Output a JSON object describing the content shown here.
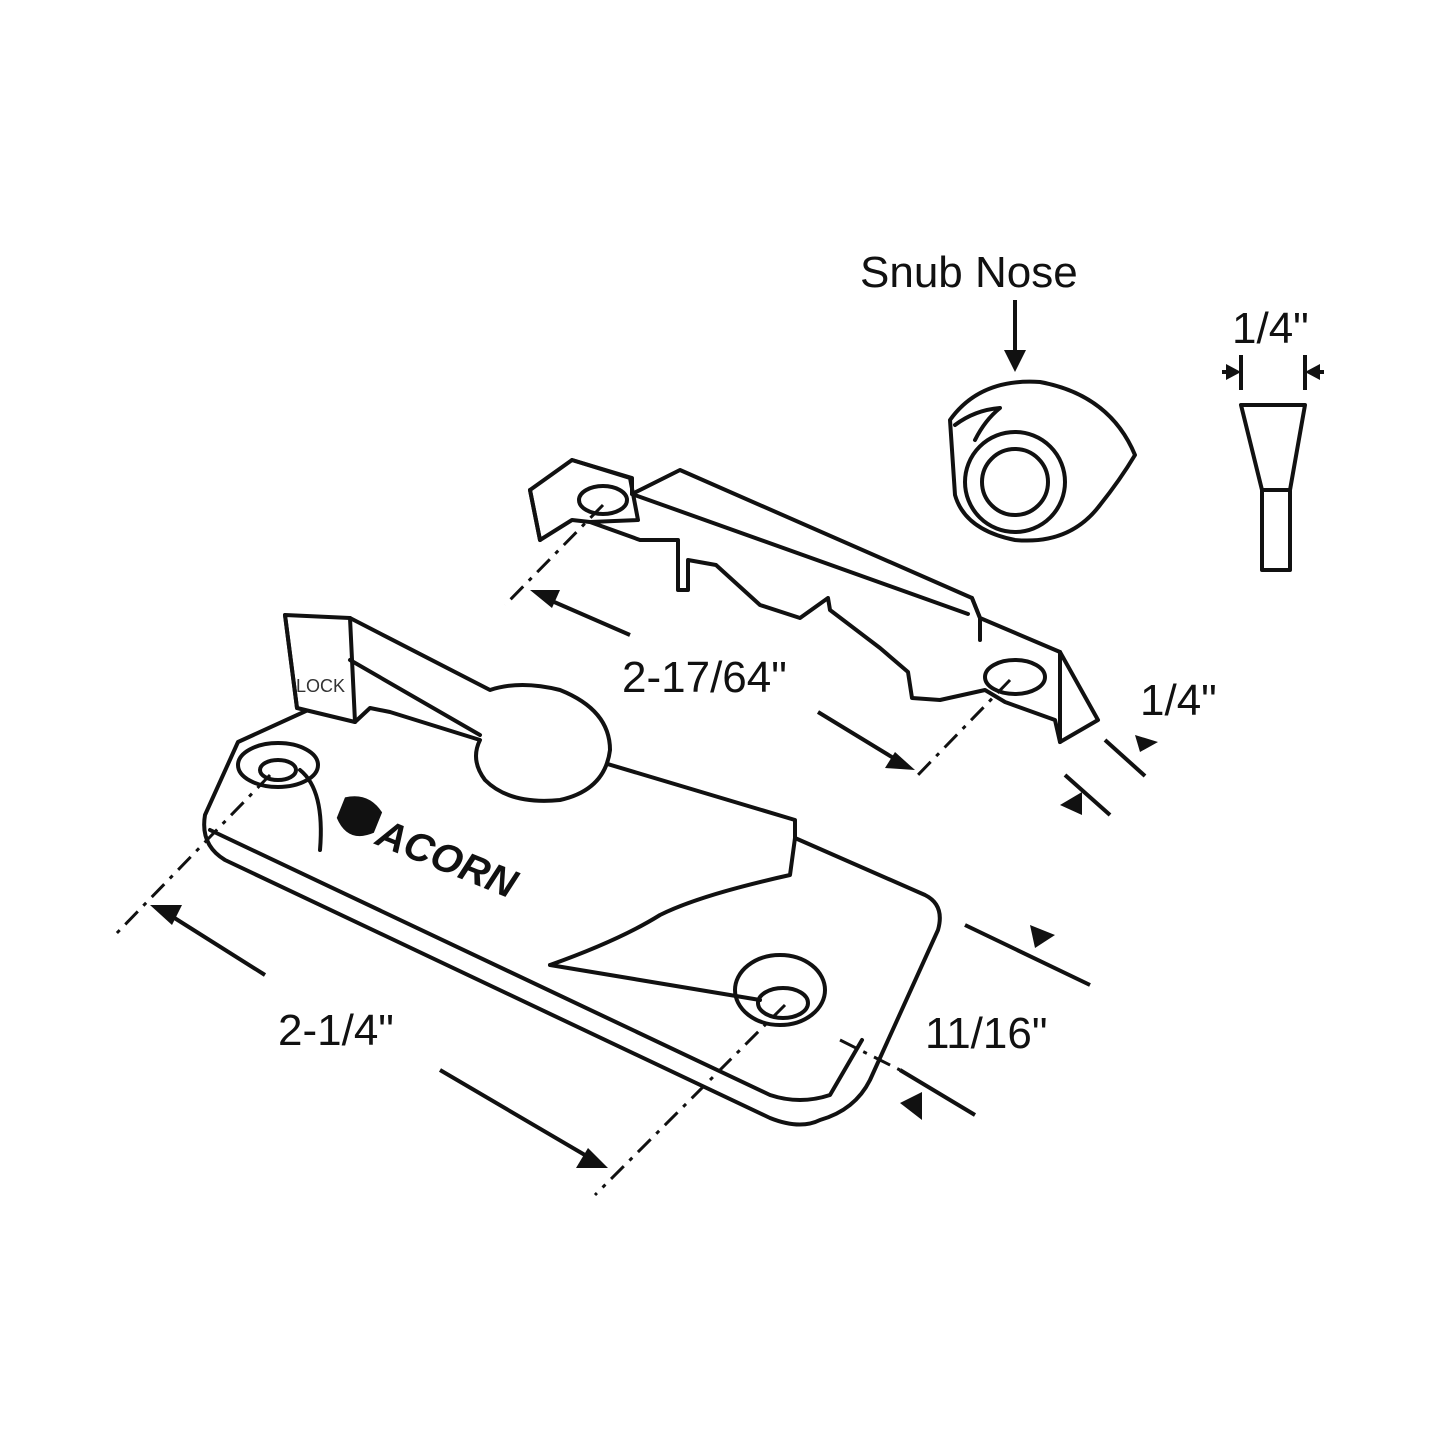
{
  "labels": {
    "snub_nose": "Snub Nose",
    "nose_width": "1/4\"",
    "keeper_length": "2-17/64\"",
    "keeper_height": "1/4\"",
    "lock_length": "2-1/4\"",
    "lock_width": "11/16\"",
    "lever_marking": "LOCK",
    "brand": "ACORN"
  }
}
